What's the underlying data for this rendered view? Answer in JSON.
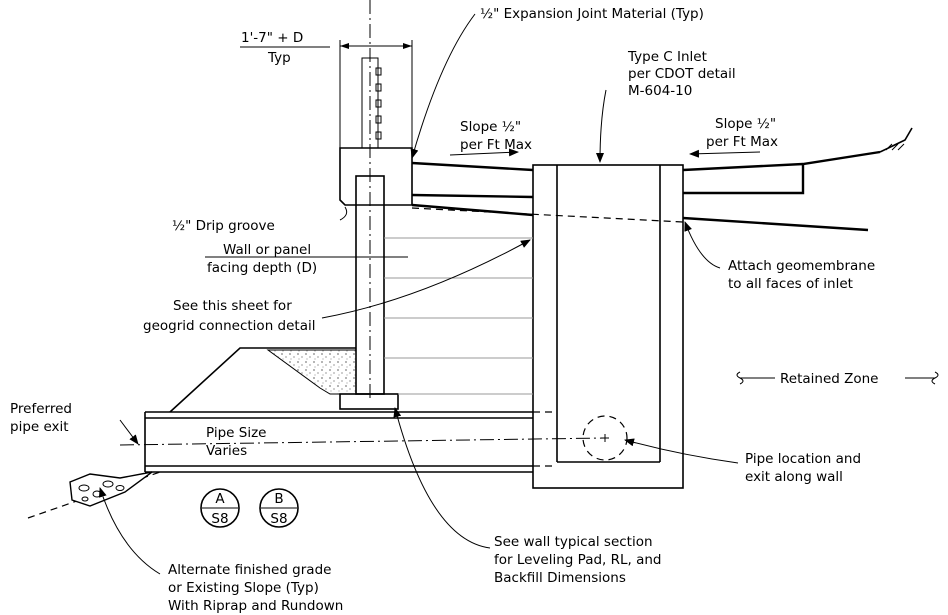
{
  "labels": {
    "dim_top_line1": "1'-7\" + D",
    "dim_top_line2": "Typ",
    "expansion_joint": "½\" Expansion Joint Material (Typ)",
    "inlet_line1": "Type C Inlet",
    "inlet_line2": "per CDOT detail",
    "inlet_line3": "M-604-10",
    "slope_left_line1": "Slope ½\"",
    "slope_left_line2": "per Ft Max",
    "slope_right_line1": "Slope ½\"",
    "slope_right_line2": "per Ft Max",
    "drip_groove": "½\" Drip groove",
    "facing_line1": "Wall or panel",
    "facing_line2": "facing depth (D)",
    "geomembrane_line1": "Attach geomembrane",
    "geomembrane_line2": "to all faces of inlet",
    "geogrid_line1": "See this sheet for",
    "geogrid_line2": "geogrid connection detail",
    "retained_zone": "Retained Zone",
    "preferred_line1": "Preferred",
    "preferred_line2": "pipe exit",
    "pipe_size_line1": "Pipe Size",
    "pipe_size_line2": "Varies",
    "pipe_location_line1": "Pipe location and",
    "pipe_location_line2": "exit along wall",
    "wall_section_line1": "See wall typical section",
    "wall_section_line2": "for Leveling Pad, RL, and",
    "wall_section_line3": "Backfill Dimensions",
    "alternate_line1": "Alternate finished grade",
    "alternate_line2": "or Existing Slope (Typ)",
    "alternate_line3": "With Riprap and Rundown"
  },
  "section_markers": [
    {
      "letter": "A",
      "sheet": "S8"
    },
    {
      "letter": "B",
      "sheet": "S8"
    }
  ],
  "colors": {
    "line": "#000000",
    "geogrid": "#999999",
    "background": "#ffffff"
  }
}
